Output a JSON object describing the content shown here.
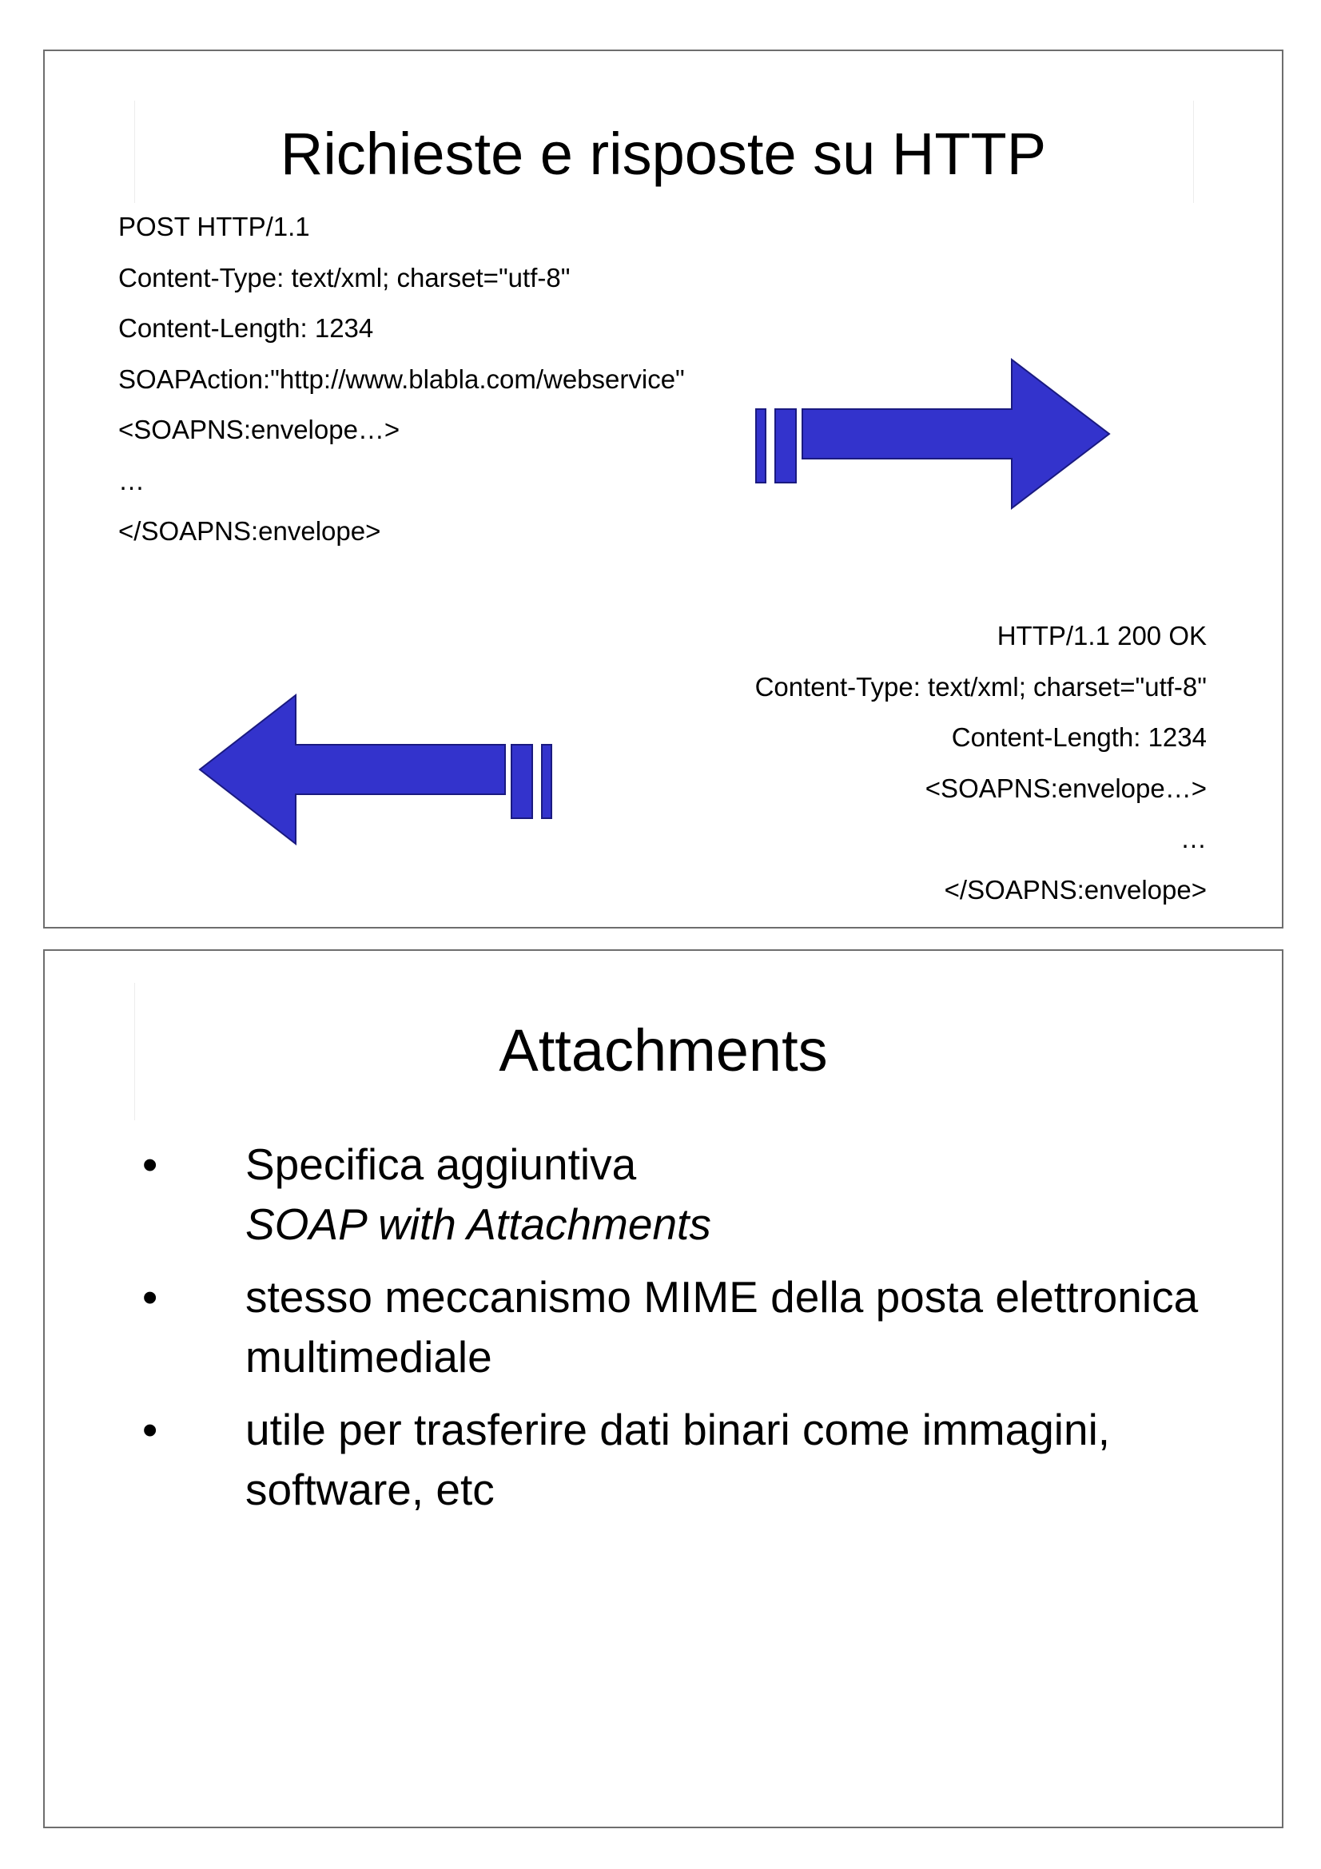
{
  "slides": [
    {
      "title": "Richieste e risposte su HTTP",
      "request_lines": [
        "POST HTTP/1.1",
        "Content-Type: text/xml; charset=\"utf-8\"",
        "Content-Length: 1234",
        "SOAPAction:\"http://www.blabla.com/webservice\"",
        "<SOAPNS:envelope…>",
        "…",
        "</SOAPNS:envelope>"
      ],
      "response_lines": [
        "HTTP/1.1 200 OK",
        "Content-Type: text/xml; charset=\"utf-8\"",
        "Content-Length: 1234",
        "<SOAPNS:envelope…>",
        "…",
        "</SOAPNS:envelope>"
      ],
      "arrow_color": "#3333cc"
    },
    {
      "title": "Attachments",
      "bullets": [
        {
          "text": "Specifica aggiuntiva",
          "sub": "SOAP with Attachments"
        },
        {
          "text": "stesso meccanismo MIME della posta elettronica multimediale"
        },
        {
          "text": "utile per trasferire dati binari come immagini, software, etc"
        }
      ],
      "bullet_symbol": "•"
    }
  ]
}
